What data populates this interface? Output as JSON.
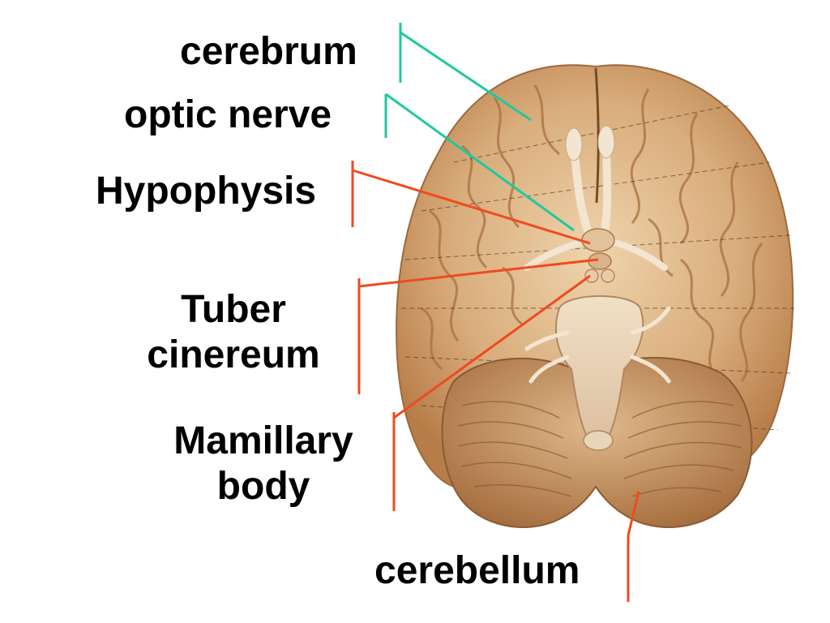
{
  "labels": {
    "cerebrum": "cerebrum",
    "optic_nerve": "optic nerve",
    "hypophysis": "Hypophysis",
    "tuber_line1": "Tuber",
    "tuber_line2": "cinereum",
    "mamillary_line1": "Mamillary",
    "mamillary_line2": "body",
    "cerebellum": "cerebellum"
  },
  "colors": {
    "teal_leader": "#1ec8a0",
    "red_leader": "#f04a1e",
    "brain_light": "#e8c9a0",
    "brain_mid": "#c9955e",
    "brain_dark": "#8a5a34",
    "nerve": "#f2e6d2",
    "background": "#ffffff"
  }
}
